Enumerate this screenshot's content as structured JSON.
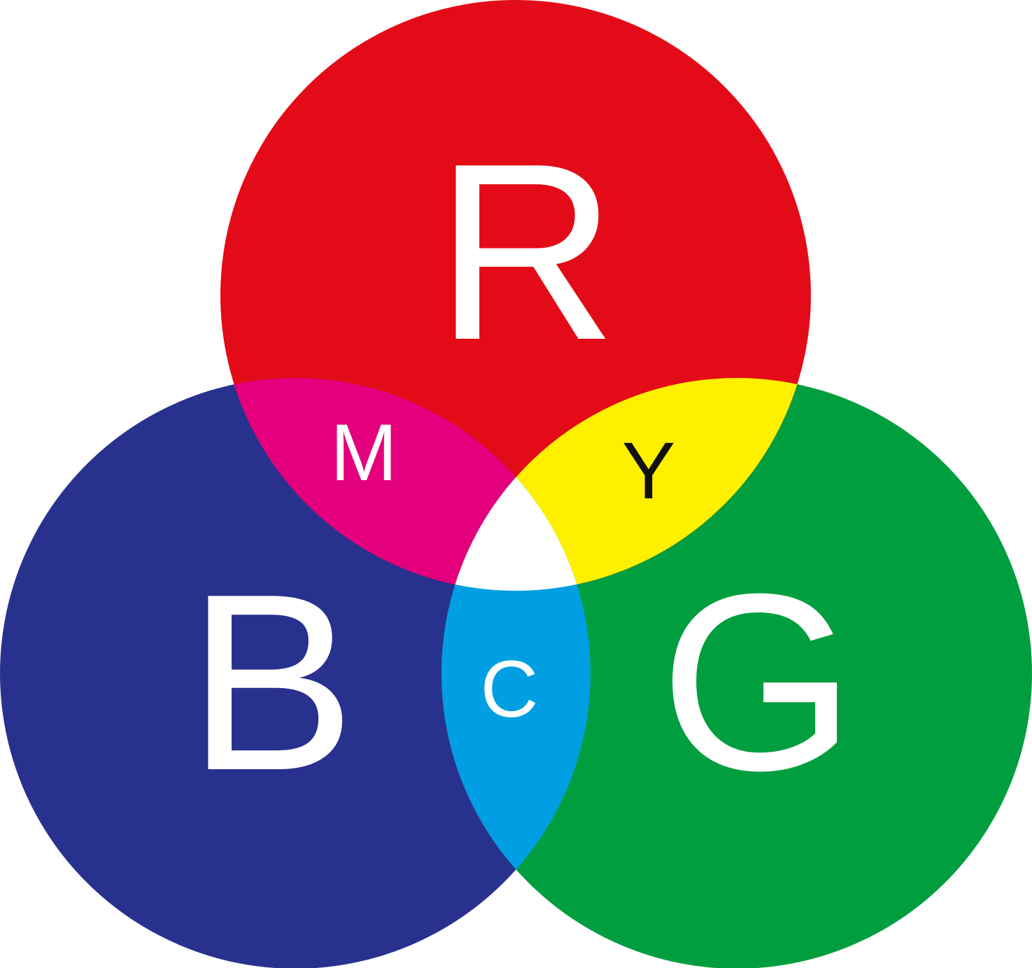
{
  "colors": {
    "background": "#ffffff",
    "red": "#e30b17",
    "green": "#009e3f",
    "blue": "#29318f",
    "magenta": "#e4007c",
    "yellow": "#fff000",
    "cyan": "#009fe3",
    "white": "#ffffff",
    "label_light": "#ffffff",
    "label_dark": "#111111"
  },
  "primaries": [
    {
      "id": "red",
      "label": "R"
    },
    {
      "id": "blue",
      "label": "B"
    },
    {
      "id": "green",
      "label": "G"
    }
  ],
  "overlaps": [
    {
      "id": "magenta",
      "label": "M"
    },
    {
      "id": "yellow",
      "label": "Y"
    },
    {
      "id": "cyan",
      "label": "C"
    }
  ]
}
